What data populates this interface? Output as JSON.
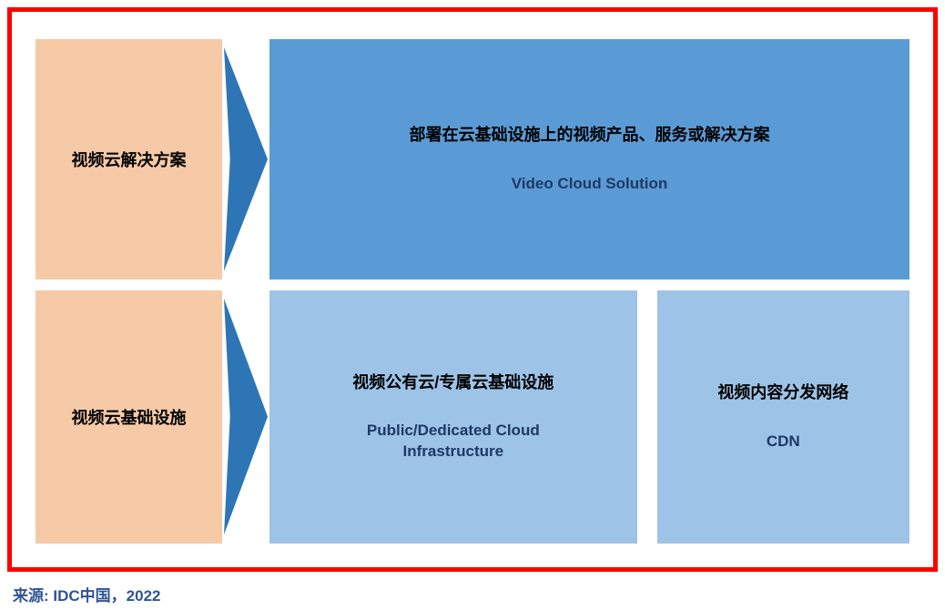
{
  "diagram": {
    "rows": [
      {
        "label": "视频云解决方案",
        "boxes": [
          {
            "title": "部署在云基础设施上的视频产品、服务或解决方案",
            "subtitle": "Video Cloud Solution"
          }
        ]
      },
      {
        "label": "视频云基础设施",
        "boxes": [
          {
            "title": "视频公有云/专属云基础设施",
            "subtitle": "Public/Dedicated Cloud Infrastructure"
          },
          {
            "title": "视频内容分发网络",
            "subtitle": "CDN"
          }
        ]
      }
    ]
  },
  "source": "来源: IDC中国，2022",
  "colors": {
    "border": "#FF0000",
    "label_box": "#F6CAA7",
    "arrow": "#2E75B6",
    "solution_box": "#5B9BD5",
    "infra_box": "#9DC3E6",
    "text_cn": "#000000",
    "text_en": "#1F3864",
    "source_text": "#2F5496"
  }
}
